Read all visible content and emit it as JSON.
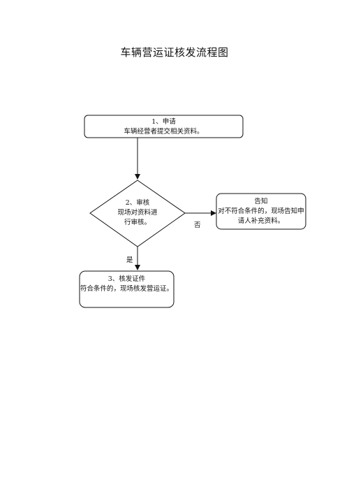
{
  "title": "车辆营运证核发流程图",
  "steps": {
    "apply": {
      "heading": "1、申请",
      "body": "车辆经营者提交相关资料。"
    },
    "review": {
      "line1": "2、审核",
      "line2": "现场对资料进",
      "line3": "行审核。"
    },
    "notify": {
      "heading": "告知",
      "line1": "对不符合条件的，现场告知申",
      "line2": "请人补充资料。"
    },
    "issue": {
      "heading": "3、核发证件",
      "body": "符合条件的，现场核发营运证。"
    }
  },
  "edges": {
    "no_label": "否",
    "yes_label": "是"
  }
}
